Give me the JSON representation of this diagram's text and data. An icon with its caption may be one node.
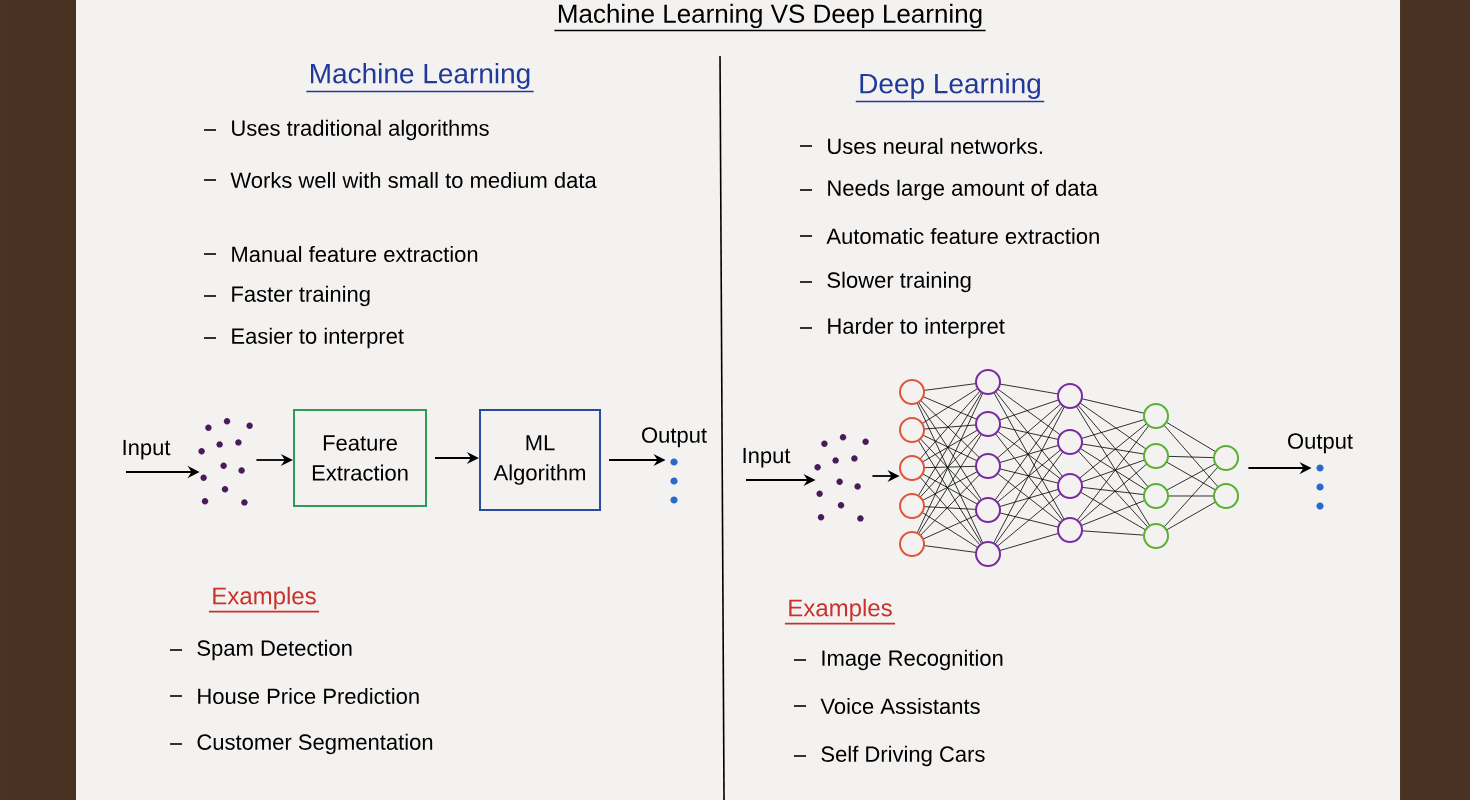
{
  "diagram": {
    "title": "Machine Learning VS Deep Learning",
    "nodes": [
      {
        "text": [],
        "shape": "dots"
      },
      {
        "text": [
          "Feature Extraction"
        ]
      },
      {
        "text": [
          "ML Algorithm"
        ]
      },
      {
        "text": [],
        "shape": "dots",
        "beside": [
          "Output"
        ]
      },
      {
        "text": [],
        "shape": "dots"
      },
      {
        "text": [],
        "shape": "network"
      },
      {
        "text": [],
        "shape": "dots",
        "beside": [
          "Output"
        ]
      }
    ],
    "edges": [
      {
        "from": null,
        "to": 0,
        "arrow": "to",
        "label": "Input"
      },
      {
        "from": 0,
        "to": 1,
        "arrow": "to"
      },
      {
        "from": 1,
        "to": 2,
        "arrow": "to"
      },
      {
        "from": 2,
        "to": 3,
        "arrow": "to"
      },
      {
        "from": null,
        "to": 4,
        "arrow": "to",
        "label": "Input"
      },
      {
        "from": 4,
        "to": 5,
        "arrow": "to"
      },
      {
        "from": 5,
        "to": 6,
        "arrow": "to"
      }
    ],
    "labels": [
      "Machine Learning",
      "Uses traditional algorithms",
      "Works well with small to medium data",
      "Manual feature extraction",
      "Faster training",
      "Easier to interpret",
      "Examples",
      "Spam Detection",
      "House Price Prediction",
      "Customer Segmentation",
      "Deep Learning",
      "Uses neural networks.",
      "Needs large amount of data",
      "Automatic feature extraction",
      "Slower training",
      "Harder to interpret",
      "Examples",
      "Image Recognition",
      "Voice Assistants",
      "Self Driving Cars"
    ]
  }
}
